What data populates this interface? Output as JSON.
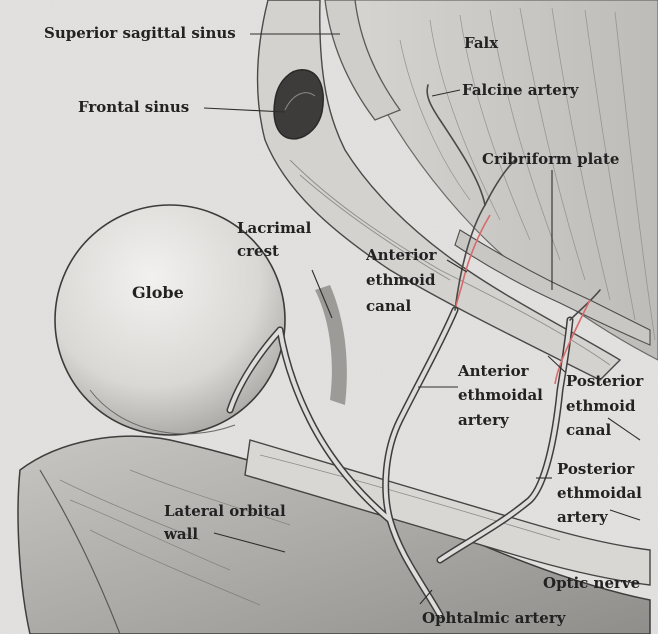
{
  "colors": {
    "paper": "#e4e3e1",
    "pencil": "#3a3a3a",
    "shade": "#8a8a8a",
    "canal_marker": "#d96a6a",
    "label_text": "#222222"
  },
  "labels": {
    "superior_sagittal_sinus": "Superior sagittal sinus",
    "falx": "Falx",
    "frontal_sinus": "Frontal sinus",
    "falcine_artery": "Falcine artery",
    "cribriform_plate": "Cribriform plate",
    "lacrimal_crest_line1": "Lacrimal",
    "lacrimal_crest_line2": "crest",
    "anterior_ethmoid_canal_line1": "Anterior",
    "anterior_ethmoid_canal_line2": "ethmoid",
    "anterior_ethmoid_canal_line3": "canal",
    "globe": "Globe",
    "anterior_ethmoidal_artery_line1": "Anterior",
    "anterior_ethmoidal_artery_line2": "ethmoidal",
    "anterior_ethmoidal_artery_line3": "artery",
    "posterior_ethmoid_canal_line1": "Posterior",
    "posterior_ethmoid_canal_line2": "ethmoid",
    "posterior_ethmoid_canal_line3": "canal",
    "posterior_ethmoidal_artery_line1": "Posterior",
    "posterior_ethmoidal_artery_line2": "ethmoidal",
    "posterior_ethmoidal_artery_line3": "artery",
    "lateral_orbital_wall_line1": "Lateral orbital",
    "lateral_orbital_wall_line2": "wall",
    "optic_nerve": "Optic nerve",
    "ophtalmic_artery": "Ophtalmic artery"
  }
}
